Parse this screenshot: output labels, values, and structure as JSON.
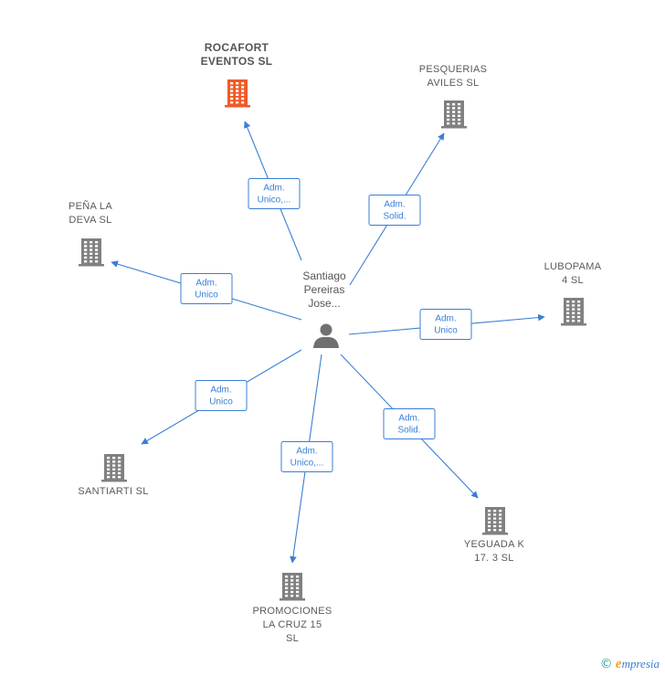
{
  "person": {
    "lines": [
      "Santiago",
      "Pereiras",
      "Jose..."
    ],
    "icon": "person-icon"
  },
  "companies": [
    {
      "id": "rocafort",
      "lines": [
        "ROCAFORT",
        "EVENTOS  SL"
      ],
      "color": "#f05a28",
      "highlight": true
    },
    {
      "id": "pesquerias",
      "lines": [
        "PESQUERIAS",
        "AVILES SL"
      ],
      "color": "#808080"
    },
    {
      "id": "pena",
      "lines": [
        "PEÑA LA",
        "DEVA SL"
      ],
      "color": "#808080"
    },
    {
      "id": "lubopama",
      "lines": [
        "LUBOPAMA",
        "4  SL"
      ],
      "color": "#808080"
    },
    {
      "id": "santiarti",
      "lines": [
        "SANTIARTI  SL"
      ],
      "color": "#808080"
    },
    {
      "id": "yeguada",
      "lines": [
        "YEGUADA K",
        "17. 3  SL"
      ],
      "color": "#808080"
    },
    {
      "id": "promociones",
      "lines": [
        "PROMOCIONES",
        "LA CRUZ 15",
        "SL"
      ],
      "color": "#808080"
    }
  ],
  "edges": [
    {
      "to": "rocafort",
      "label": [
        "Adm.",
        "Unico,..."
      ]
    },
    {
      "to": "pesquerias",
      "label": [
        "Adm.",
        "Solid."
      ]
    },
    {
      "to": "pena",
      "label": [
        "Adm.",
        "Unico"
      ]
    },
    {
      "to": "lubopama",
      "label": [
        "Adm.",
        "Unico"
      ]
    },
    {
      "to": "santiarti",
      "label": [
        "Adm.",
        "Unico"
      ]
    },
    {
      "to": "yeguada",
      "label": [
        "Adm.",
        "Solid."
      ]
    },
    {
      "to": "promociones",
      "label": [
        "Adm.",
        "Unico,..."
      ]
    }
  ],
  "footer": {
    "copyright": "©",
    "brand_initial": "e",
    "brand_rest": "mpresia"
  },
  "colors": {
    "edge": "#3a7fd5",
    "building_default": "#808080",
    "building_highlight": "#f05a28",
    "person": "#707070"
  }
}
